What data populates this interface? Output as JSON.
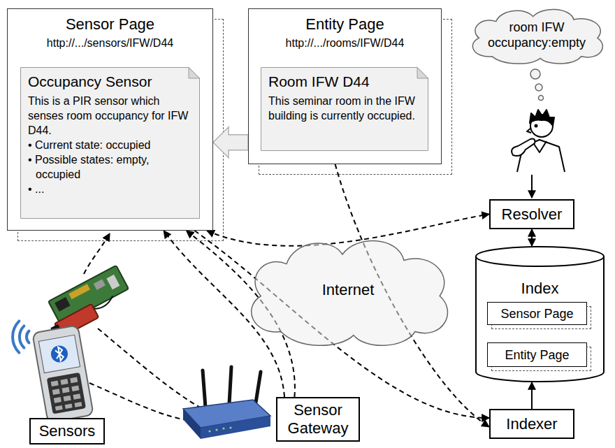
{
  "diagram": {
    "nodes": [
      {
        "text": [
          "Sensor Page",
          "http://.../sensors/IFW/D44"
        ]
      },
      {
        "text": [
          "Occupancy Sensor",
          "This is a PIR sensor which senses room occupancy for IFW D44.",
          "• Current state: occupied",
          "• Possible states: empty, occupied",
          "• ..."
        ],
        "in": 0
      },
      {
        "text": [
          "Entity Page",
          "http://.../rooms/IFW/D44"
        ]
      },
      {
        "text": [
          "Room IFW D44",
          "This seminar room in the IFW building is currently occupied."
        ],
        "in": 2
      },
      {
        "text": [
          "room IFW occupancy:empty"
        ]
      },
      {
        "text": [
          "Resolver"
        ]
      },
      {
        "text": [
          "Index"
        ]
      },
      {
        "text": [
          "Sensor Page"
        ],
        "in": 6
      },
      {
        "text": [
          "Entity Page"
        ],
        "in": 6
      },
      {
        "text": [
          "Internet"
        ]
      },
      {
        "text": [
          "Indexer"
        ]
      },
      {
        "text": [
          "Sensor Gateway"
        ]
      },
      {
        "text": [
          "Sensors"
        ]
      }
    ],
    "edges": [
      {
        "from": 2,
        "to": 0,
        "arrow": "to"
      },
      {
        "from": 5,
        "to": 6,
        "arrow": "both"
      },
      {
        "from": 10,
        "to": 6,
        "arrow": "to"
      },
      {
        "from": 0,
        "to": 5,
        "arrow": "both"
      },
      {
        "from": 11,
        "to": 0,
        "arrow": "to"
      },
      {
        "from": 11,
        "to": 0,
        "arrow": "to"
      },
      {
        "from": 0,
        "to": 10,
        "arrow": "to"
      },
      {
        "from": 2,
        "to": 10,
        "arrow": "to"
      }
    ]
  }
}
